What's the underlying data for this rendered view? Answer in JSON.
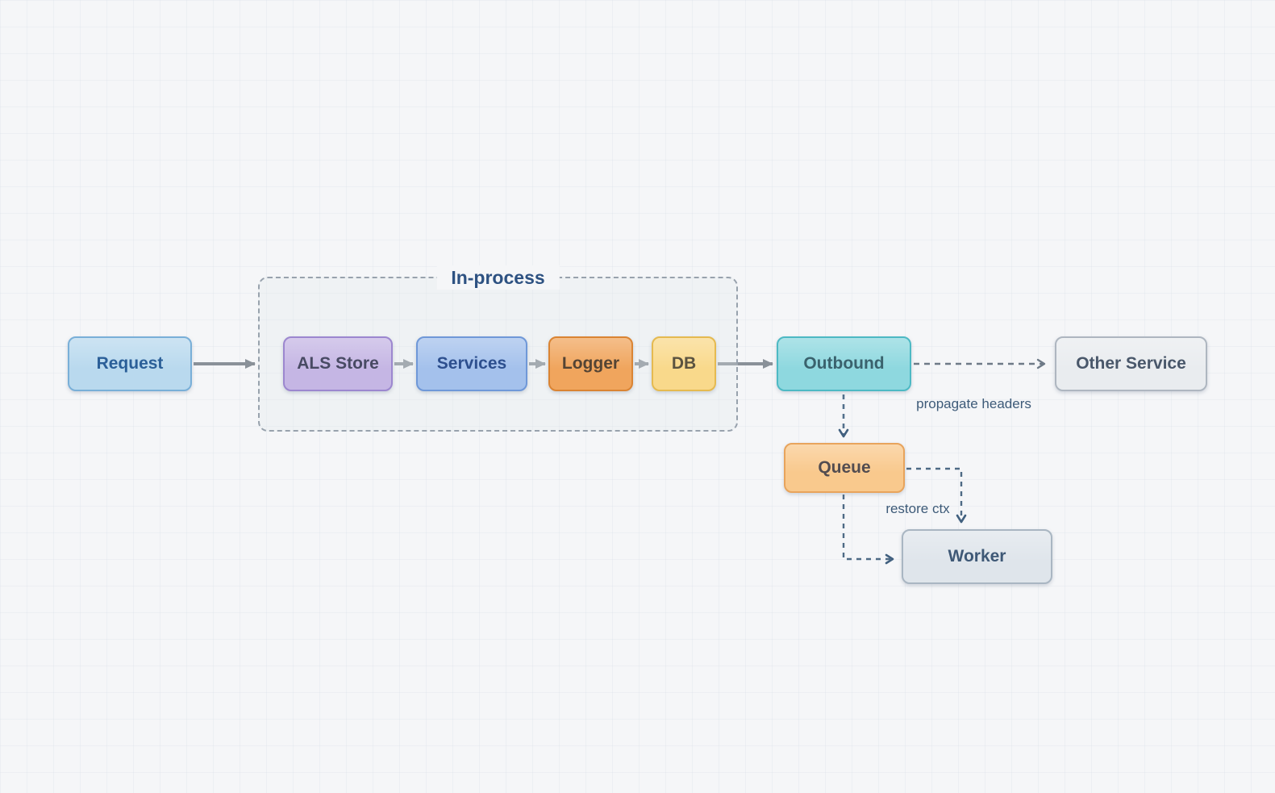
{
  "diagram": {
    "group": {
      "label": "In-process"
    },
    "nodes": [
      {
        "id": "request",
        "label": "Request",
        "fill": "#b9d9ee",
        "border": "#79afd8",
        "text_color": "#2b5f98"
      },
      {
        "id": "als-store",
        "label": "ALS Store",
        "fill": "#c5b6e4",
        "border": "#9c87cf",
        "text_color": "#484a63"
      },
      {
        "id": "services",
        "label": "Services",
        "fill": "#a4c1ec",
        "border": "#6f98d8",
        "text_color": "#2d4f8e"
      },
      {
        "id": "logger",
        "label": "Logger",
        "fill": "#f0a55d",
        "border": "#da8433",
        "text_color": "#544434"
      },
      {
        "id": "db",
        "label": "DB",
        "fill": "#f9d98b",
        "border": "#e5ba50",
        "text_color": "#5b5340"
      },
      {
        "id": "outbound",
        "label": "Outbound",
        "fill": "#8ed8df",
        "border": "#4db9c4",
        "text_color": "#3a626d"
      },
      {
        "id": "other-service",
        "label": "Other Service",
        "fill": "#e9ecef",
        "border": "#aeb6c0",
        "text_color": "#49576a"
      },
      {
        "id": "queue",
        "label": "Queue",
        "fill": "#f9c98d",
        "border": "#e8a45c",
        "text_color": "#524c50"
      },
      {
        "id": "worker",
        "label": "Worker",
        "fill": "#dfe5eb",
        "border": "#a9b6c2",
        "text_color": "#3e5876"
      }
    ],
    "edges": [
      {
        "from": "request",
        "to": "in-process-border",
        "style": "solid"
      },
      {
        "from": "als-store",
        "to": "services",
        "style": "solid"
      },
      {
        "from": "services",
        "to": "logger",
        "style": "solid"
      },
      {
        "from": "logger",
        "to": "db",
        "style": "solid"
      },
      {
        "from": "db",
        "to": "outbound",
        "style": "solid"
      },
      {
        "from": "outbound",
        "to": "other-service",
        "style": "dashed",
        "label": "propagate headers"
      },
      {
        "from": "outbound",
        "to": "queue",
        "style": "dashed"
      },
      {
        "from": "queue",
        "to": "worker",
        "style": "dashed",
        "via": "right-then-down"
      },
      {
        "from": "queue",
        "to": "worker",
        "style": "dashed",
        "via": "down-then-right",
        "label": "restore ctx"
      }
    ],
    "edge_labels": {
      "propagate_headers": "propagate headers",
      "restore_ctx": "restore ctx"
    },
    "palette": {
      "background": "#f5f6f8",
      "grid_line": "#d6dce5",
      "group_border": "#98a2ad",
      "group_title": "#2e5282",
      "solid_arrow": "#8a9199",
      "dashed_arrow_gray": "#6e7a87",
      "dashed_arrow_slate": "#4e6a85",
      "edge_label_text": "#3d5a78"
    }
  }
}
